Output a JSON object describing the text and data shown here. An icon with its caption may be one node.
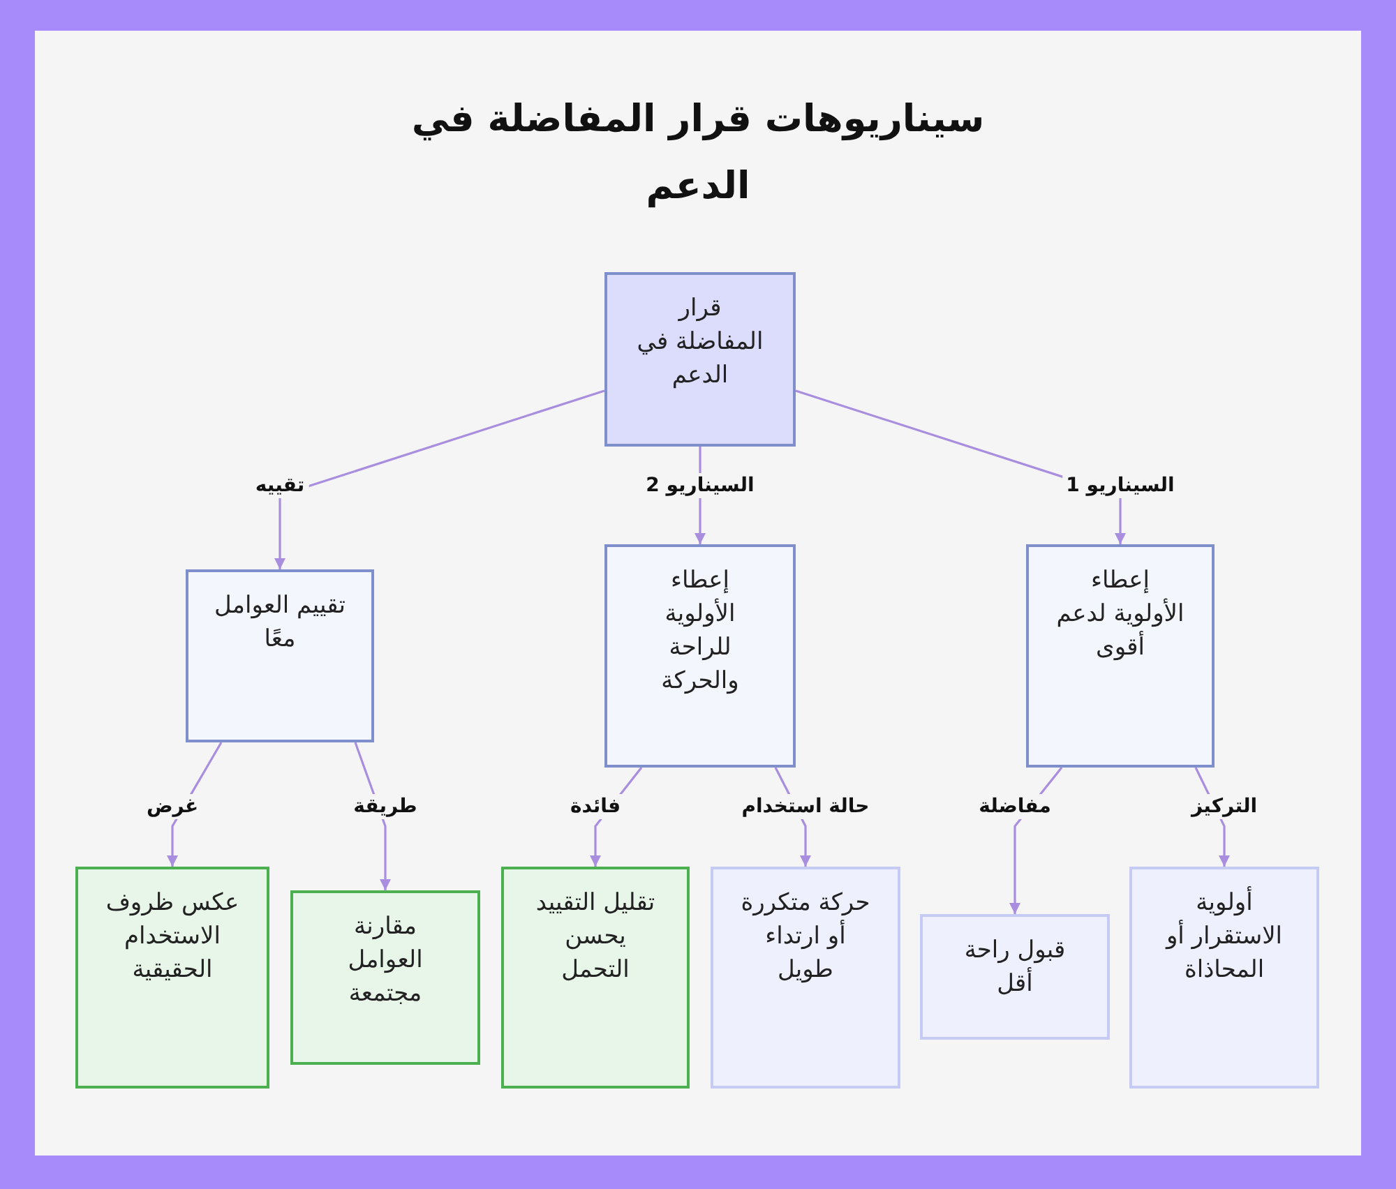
{
  "diagram": {
    "title": "سيناريوهات قرار المفاضلة في الدعم",
    "nodes": [
      {
        "text": [
          "قرار المفاضلة في الدعم"
        ]
      },
      {
        "text": [
          "تقييم العوامل معًا"
        ]
      },
      {
        "text": [
          "إعطاء الأولوية للراحة والحركة"
        ]
      },
      {
        "text": [
          "إعطاء الأولوية لدعم أقوى"
        ]
      },
      {
        "text": [
          "عكس ظروف الاستخدام الحقيقية"
        ]
      },
      {
        "text": [
          "مقارنة العوامل مجتمعة"
        ]
      },
      {
        "text": [
          "تقليل التقييد يحسن التحمل"
        ]
      },
      {
        "text": [
          "حركة متكررة أو ارتداء طويل"
        ]
      },
      {
        "text": [
          "قبول راحة أقل"
        ]
      },
      {
        "text": [
          "أولوية الاستقرار أو المحاذاة"
        ]
      }
    ],
    "edges": [
      {
        "from": 0,
        "to": 1,
        "arrow": "to",
        "label": "تقييه"
      },
      {
        "from": 0,
        "to": 2,
        "arrow": "to",
        "label": "السيناريو 2"
      },
      {
        "from": 0,
        "to": 3,
        "arrow": "to",
        "label": "السيناريو 1"
      },
      {
        "from": 1,
        "to": 4,
        "arrow": "to",
        "label": "غرض"
      },
      {
        "from": 1,
        "to": 5,
        "arrow": "to",
        "label": "طريقة"
      },
      {
        "from": 2,
        "to": 6,
        "arrow": "to",
        "label": "فائدة"
      },
      {
        "from": 2,
        "to": 7,
        "arrow": "to",
        "label": "حالة استخدام"
      },
      {
        "from": 3,
        "to": 8,
        "arrow": "to",
        "label": "مفاضلة"
      },
      {
        "from": 3,
        "to": 9,
        "arrow": "to",
        "label": "التركيز"
      }
    ]
  }
}
